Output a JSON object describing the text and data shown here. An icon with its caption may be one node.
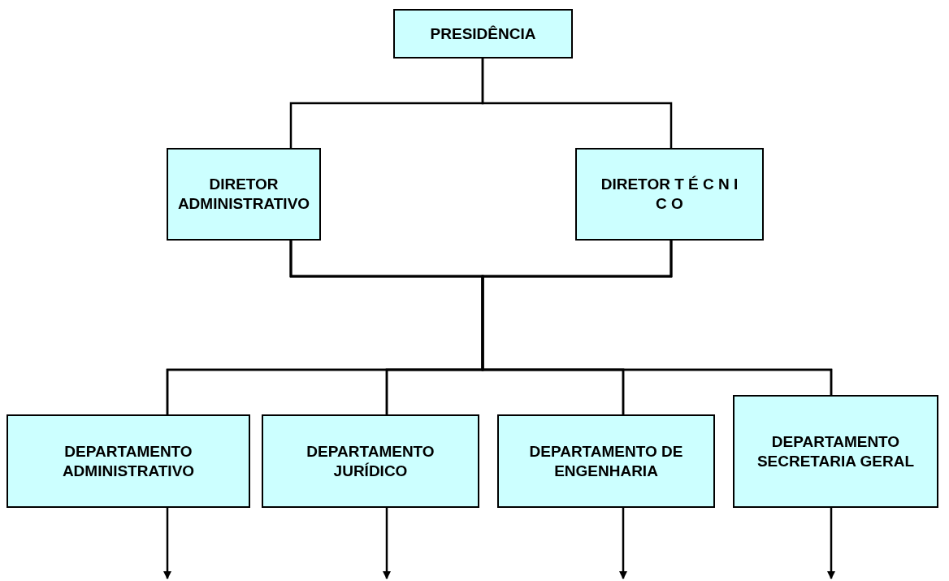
{
  "diagram": {
    "nodes": [
      {
        "text": [
          "PRESIDÊNCIA"
        ]
      },
      {
        "text": [
          "DIRETOR ADMINISTRATIVO"
        ]
      },
      {
        "text": [
          "DIRETOR T É C N I C O"
        ]
      },
      {
        "text": [
          "DEPARTAMENTO ADMINISTRATIVO"
        ]
      },
      {
        "text": [
          "DEPARTAMENTO JURÍDICO"
        ]
      },
      {
        "text": [
          "DEPARTAMENTO DE ENGENHARIA"
        ]
      },
      {
        "text": [
          "DEPARTAMENTO SECRETARIA GERAL"
        ]
      }
    ],
    "edges": [
      {
        "from": 0,
        "to": 1,
        "arrow": "none"
      },
      {
        "from": 0,
        "to": 2,
        "arrow": "none"
      },
      {
        "from": 1,
        "to": 3,
        "arrow": "none"
      },
      {
        "from": 1,
        "to": 4,
        "arrow": "none"
      },
      {
        "from": 1,
        "to": 5,
        "arrow": "none"
      },
      {
        "from": 1,
        "to": 6,
        "arrow": "none"
      },
      {
        "from": 2,
        "to": 3,
        "arrow": "none"
      },
      {
        "from": 2,
        "to": 4,
        "arrow": "none"
      },
      {
        "from": 2,
        "to": 5,
        "arrow": "none"
      },
      {
        "from": 2,
        "to": 6,
        "arrow": "none"
      },
      {
        "from": 3,
        "to": null,
        "arrow": "to"
      },
      {
        "from": 4,
        "to": null,
        "arrow": "to"
      },
      {
        "from": 5,
        "to": null,
        "arrow": "to"
      },
      {
        "from": 6,
        "to": null,
        "arrow": "to"
      }
    ]
  }
}
